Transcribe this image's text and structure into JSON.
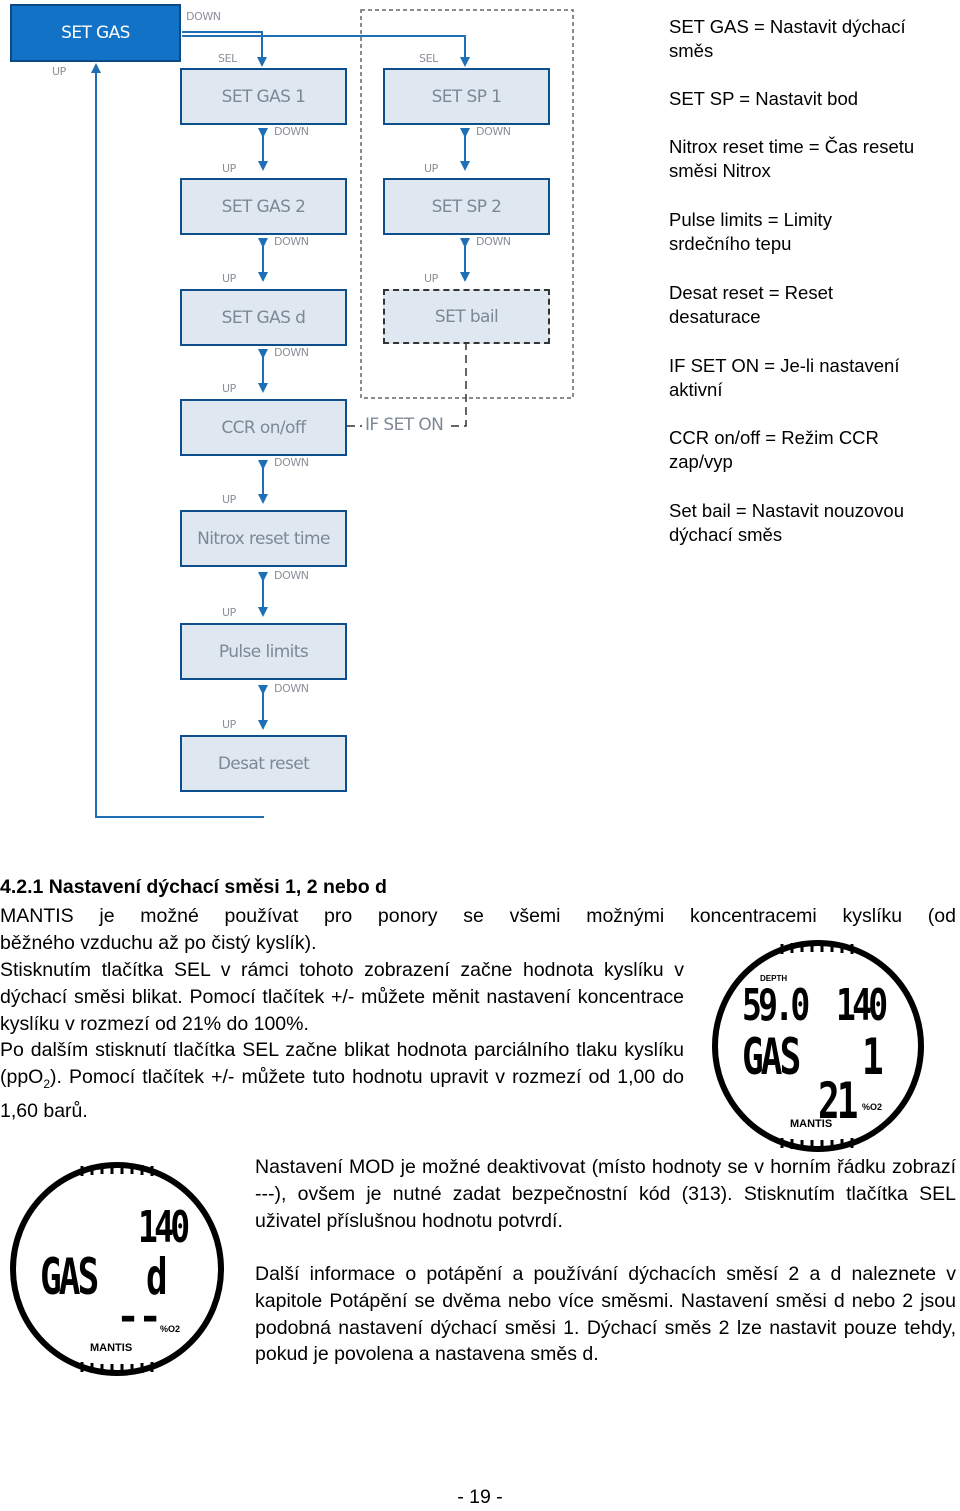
{
  "diagram": {
    "boxes": {
      "set_gas": "SET GAS",
      "set_gas_1": "SET GAS 1",
      "set_gas_2": "SET GAS 2",
      "set_gas_d": "SET GAS d",
      "ccr": "CCR on/off",
      "nitrox": "Nitrox reset time",
      "pulse": "Pulse limits",
      "desat": "Desat reset",
      "set_sp_1": "SET SP 1",
      "set_sp_2": "SET SP 2",
      "set_bail": "SET bail"
    },
    "labels": {
      "down": "DOWN",
      "up": "UP",
      "sel": "SEL",
      "if_set_on": "IF SET ON"
    }
  },
  "legend": [
    {
      "line1": "SET GAS = Nastavit dýchací",
      "line2": "směs"
    },
    {
      "line1": "SET SP = Nastavit bod",
      "line2": ""
    },
    {
      "line1": "Nitrox reset time = Čas resetu",
      "line2": "směsi Nitrox"
    },
    {
      "line1": "Pulse limits = Limity",
      "line2": "srdečního tepu"
    },
    {
      "line1": "Desat reset = Reset",
      "line2": "desaturace"
    },
    {
      "line1": "IF SET ON = Je-li nastavení",
      "line2": "aktivní"
    },
    {
      "line1": "CCR on/off = Režim CCR",
      "line2": "zap/vyp"
    },
    {
      "line1": "Set bail = Nastavit nouzovou",
      "line2": "dýchací směs"
    }
  ],
  "section": {
    "heading": "4.2.1 Nastavení dýchací směsi 1, 2 nebo d",
    "intro_line1": "MANTIS je možné používat pro ponory se všemi možnými koncentracemi kyslíku (od",
    "intro_line2": "běžného vzduchu až po čistý kyslík).",
    "p1": "Stisknutím tlačítka SEL v rámci tohoto zobrazení začne hodnota kyslíku v dýchací směsi blikat. Pomocí tlačítek +/- můžete měnit nastavení koncentrace kyslíku v rozmezí od 21% do 100%.",
    "p2_a": "Po dalším stisknutí tlačítka SEL začne blikat hodnota parciálního tlaku kyslíku (ppO",
    "p2_sub": "2",
    "p2_b": "). Pomocí tlačítek +/- můžete tuto hodnotu upravit v rozmezí od 1,00 do 1,60 barů.",
    "p3": "Nastavení MOD je možné deaktivovat (místo hodnoty se v horním řádku zobrazí ---), ovšem je nutné zadat bezpečnostní kód (313). Stisknutím tlačítka SEL uživatel příslušnou hodnotu potvrdí.",
    "p4": "Další informace o potápění a používání dýchacích směsí 2 a d naleznete v kapitole Potápění se dvěma nebo více směsmi. Nastavení směsi d nebo 2 jsou podobná nastavení dýchací směsi 1. Dýchací směs 2 lze nastavit pouze tehdy, pokud je povolena a nastavena směs d."
  },
  "display1": {
    "depth_label": "DEPTH",
    "depth": "59.0",
    "mod": "140",
    "gas": "GAS",
    "gas_no": "1",
    "o2": "21",
    "unit": "%O2",
    "brand": "MANTIS"
  },
  "display2": {
    "mod": "140",
    "gas": "GAS",
    "gas_no": "d",
    "o2": "--",
    "unit": "%O2",
    "brand": "MANTIS"
  },
  "footer": {
    "page": "- 19 -"
  }
}
